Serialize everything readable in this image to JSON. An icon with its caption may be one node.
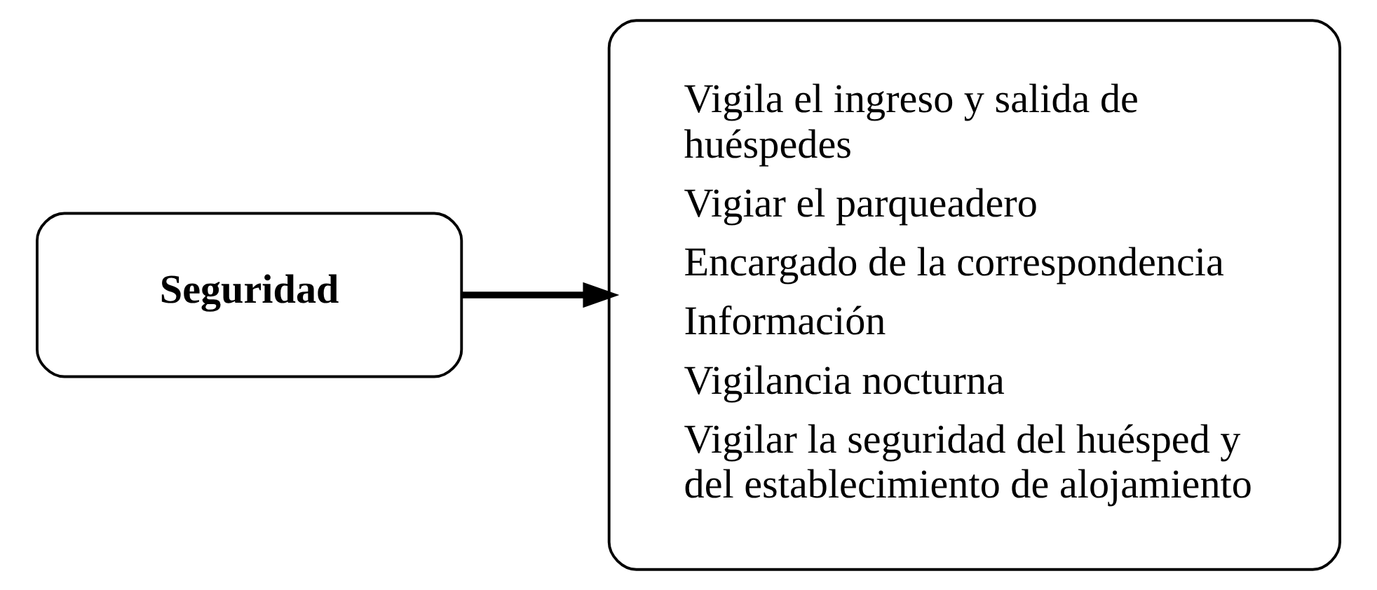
{
  "diagram": {
    "nodes": [
      {
        "text": [
          "Seguridad"
        ]
      },
      {
        "text": [
          "Vigila el ingreso y salida de huéspedes",
          "Vigiar el parqueadero",
          "Encargado de la correspondencia",
          "Información",
          "Vigilancia nocturna",
          "Vigilar la seguridad del huésped y del establecimiento de alojamiento"
        ]
      }
    ],
    "edges": [
      {
        "from": 0,
        "to": 1,
        "arrow": "to"
      }
    ]
  }
}
